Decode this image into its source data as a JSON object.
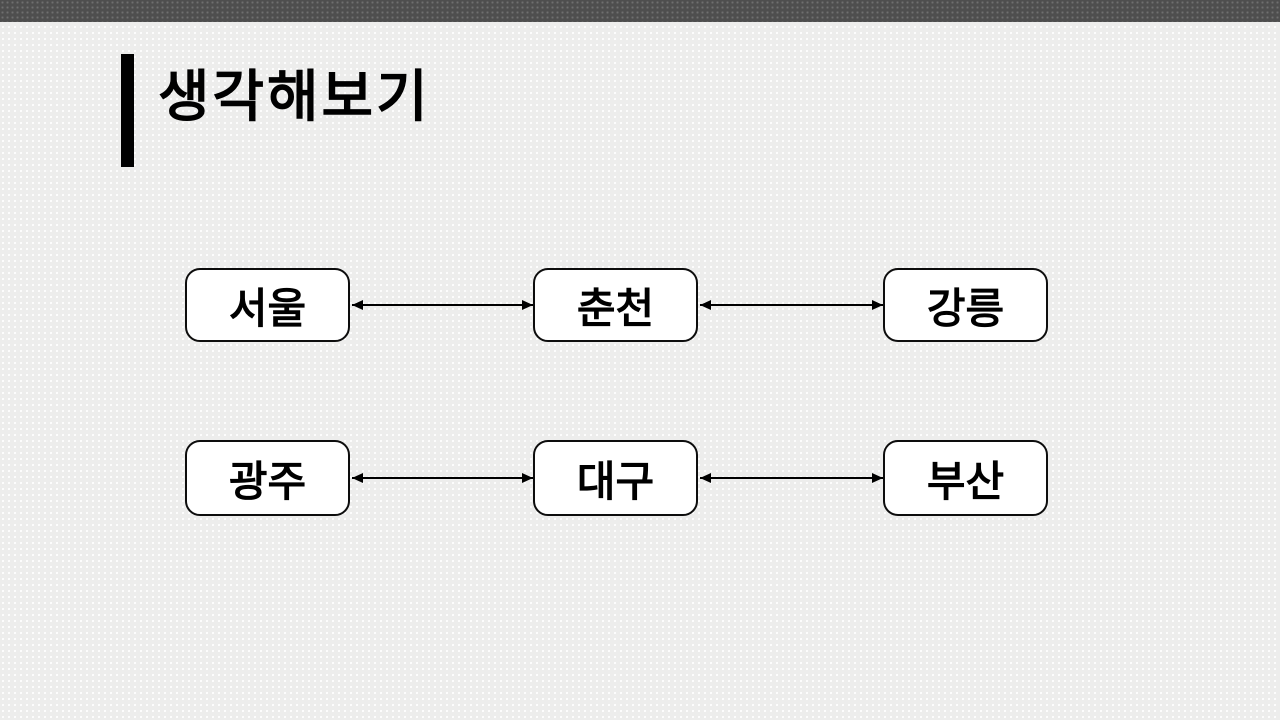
{
  "slide": {
    "title": "생각해보기",
    "colors": {
      "top_bar": "#4e4e4e",
      "background": "#ededec",
      "accent_bar": "#000000",
      "title_text": "#000000",
      "box_fill": "#ffffff",
      "box_border": "#0d0d0d",
      "arrow": "#000000"
    }
  },
  "diagram": {
    "connector_type": "double-headed-arrow",
    "rows": [
      {
        "nodes": [
          {
            "label": "서울"
          },
          {
            "label": "춘천"
          },
          {
            "label": "강릉"
          }
        ],
        "connections": [
          {
            "from": "서울",
            "to": "춘천",
            "bidirectional": true
          },
          {
            "from": "춘천",
            "to": "강릉",
            "bidirectional": true
          }
        ]
      },
      {
        "nodes": [
          {
            "label": "광주"
          },
          {
            "label": "대구"
          },
          {
            "label": "부산"
          }
        ],
        "connections": [
          {
            "from": "광주",
            "to": "대구",
            "bidirectional": true
          },
          {
            "from": "대구",
            "to": "부산",
            "bidirectional": true
          }
        ]
      }
    ]
  }
}
